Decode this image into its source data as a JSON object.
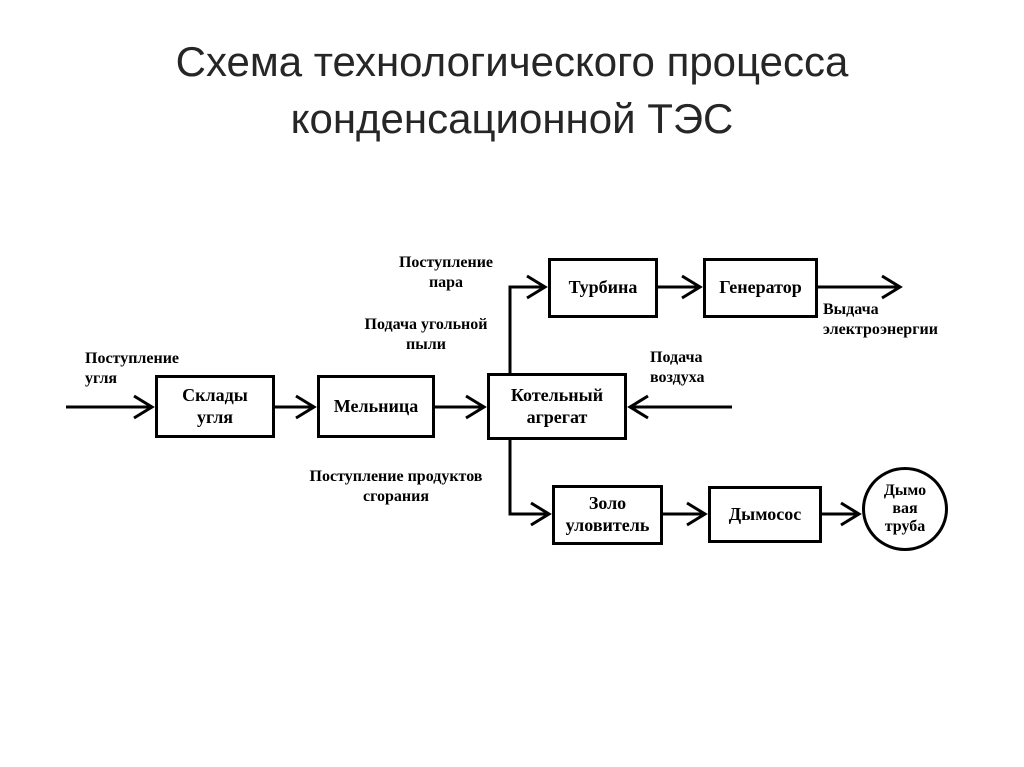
{
  "colors": {
    "background": "#ffffff",
    "diagram_ink": "#000000",
    "title_color": "#262626"
  },
  "title": "Схема технологического процесса\nконденсационной ТЭС",
  "diagram": {
    "nodes": {
      "coal_storage": {
        "label": "Склады\nугля",
        "shape": "rect"
      },
      "mill": {
        "label": "Мельница",
        "shape": "rect"
      },
      "boiler": {
        "label": "Котельный\nагрегат",
        "shape": "rect"
      },
      "turbine": {
        "label": "Турбина",
        "shape": "rect"
      },
      "generator": {
        "label": "Генератор",
        "shape": "rect"
      },
      "ash_collector": {
        "label": "Золо\nуловитель",
        "shape": "rect"
      },
      "smoke_exhauster": {
        "label": "Дымосос",
        "shape": "rect"
      },
      "chimney": {
        "label": "Дымо\nвая\nтруба",
        "shape": "circle"
      }
    },
    "flow_labels": {
      "coal_in": "Поступление\nугля",
      "coal_dust": "Подача угольной\nпыли",
      "steam_in": "Поступление\nпара",
      "air_supply": "Подача\nвоздуха",
      "electricity_out": "Выдача\nэлектроэнергии",
      "combustion_products": "Поступление продуктов\nсгорания"
    },
    "edges": [
      {
        "from": "input",
        "to": "coal_storage",
        "label": "Поступление угля"
      },
      {
        "from": "coal_storage",
        "to": "mill",
        "label": ""
      },
      {
        "from": "mill",
        "to": "boiler",
        "label": "Подача угольной пыли"
      },
      {
        "from": "input",
        "to": "boiler",
        "label": "Подача воздуха"
      },
      {
        "from": "boiler",
        "to": "turbine",
        "label": "Поступление пара"
      },
      {
        "from": "turbine",
        "to": "generator",
        "label": ""
      },
      {
        "from": "generator",
        "to": "output",
        "label": "Выдача электроэнергии"
      },
      {
        "from": "boiler",
        "to": "ash_collector",
        "label": "Поступление продуктов сгорания"
      },
      {
        "from": "ash_collector",
        "to": "smoke_exhauster",
        "label": ""
      },
      {
        "from": "smoke_exhauster",
        "to": "chimney",
        "label": ""
      }
    ]
  }
}
